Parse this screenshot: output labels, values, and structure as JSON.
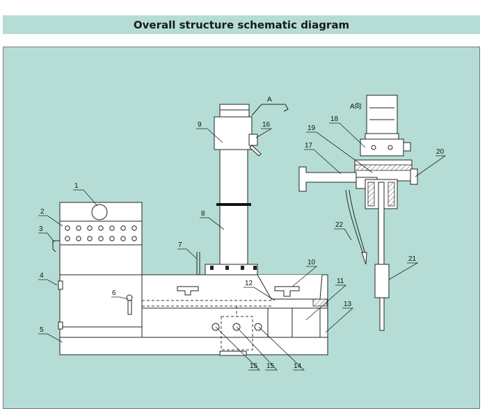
{
  "header": {
    "title": "Overall structure schematic diagram"
  },
  "diagram": {
    "view_label": "A",
    "view_direction_label": "A向",
    "callouts": [
      "1",
      "2",
      "3",
      "4",
      "5",
      "6",
      "7",
      "8",
      "9",
      "10",
      "11",
      "12",
      "13",
      "14",
      "15",
      "15",
      "16",
      "17",
      "18",
      "19",
      "20",
      "21",
      "22"
    ]
  }
}
